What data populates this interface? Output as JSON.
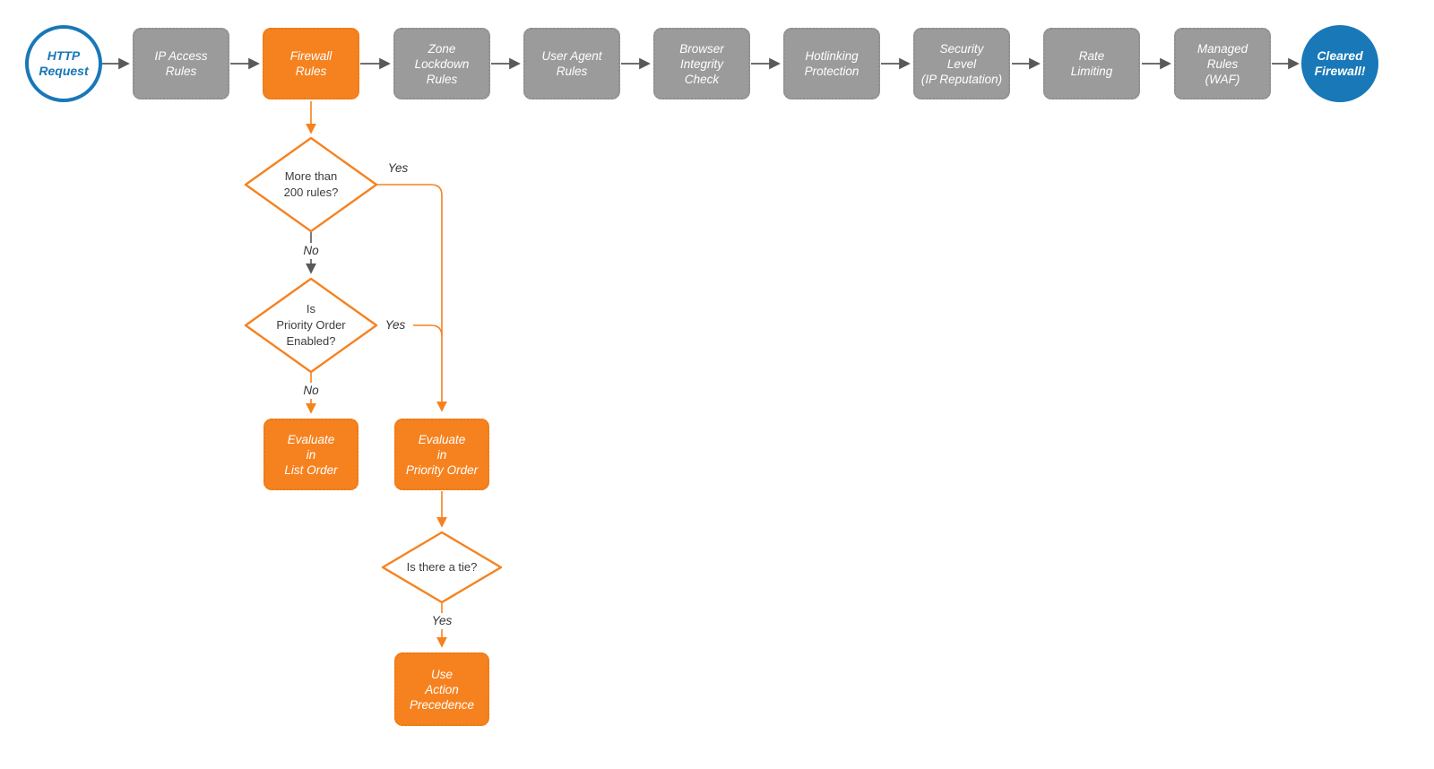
{
  "colors": {
    "orange": "#f6821f",
    "gray": "#9b9b9b",
    "blue": "#1878b8",
    "line_gray": "#595959",
    "text_dark": "#3c3c3c"
  },
  "start_node": {
    "label": "HTTP\nRequest"
  },
  "end_node": {
    "label": "Cleared\nFirewall!"
  },
  "pipeline": [
    {
      "label": "IP Access\nRules",
      "variant": "gray"
    },
    {
      "label": "Firewall\nRules",
      "variant": "orange"
    },
    {
      "label": "Zone\nLockdown\nRules",
      "variant": "gray"
    },
    {
      "label": "User Agent\nRules",
      "variant": "gray"
    },
    {
      "label": "Browser\nIntegrity\nCheck",
      "variant": "gray"
    },
    {
      "label": "Hotlinking\nProtection",
      "variant": "gray"
    },
    {
      "label": "Security\nLevel\n(IP Reputation)",
      "variant": "gray"
    },
    {
      "label": "Rate\nLimiting",
      "variant": "gray"
    },
    {
      "label": "Managed\nRules\n(WAF)",
      "variant": "gray"
    }
  ],
  "decisions": [
    {
      "label": "More than\n200 rules?"
    },
    {
      "label": "Is\nPriority Order\nEnabled?"
    },
    {
      "label": "Is there a tie?"
    }
  ],
  "actions": [
    {
      "label": "Evaluate\nin\nList Order"
    },
    {
      "label": "Evaluate\nin\nPriority Order"
    },
    {
      "label": "Use\nAction\nPrecedence"
    }
  ],
  "edge_labels": {
    "d1_yes": "Yes",
    "d1_no": "No",
    "d2_yes": "Yes",
    "d2_no": "No",
    "d3_yes": "Yes"
  }
}
